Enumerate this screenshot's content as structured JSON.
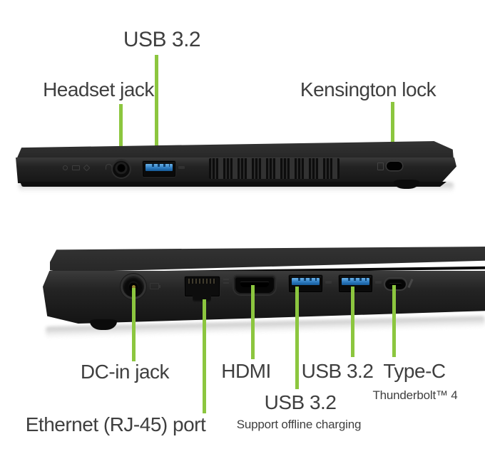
{
  "colors": {
    "accent_green": "#8CC63F",
    "label_text": "#3F3F3F"
  },
  "top_view": {
    "labels": {
      "usb": "USB 3.2",
      "headset": "Headset jack",
      "kensington": "Kensington lock"
    }
  },
  "bottom_view": {
    "labels": {
      "dc_in": "DC-in jack",
      "hdmi": "HDMI",
      "usb_right": "USB 3.2",
      "type_c": "Type-C",
      "thunderbolt": "Thunderbolt™ 4",
      "usb_left": "USB 3.2",
      "ethernet": "Ethernet (RJ-45) port",
      "offline": "Support offline charging"
    }
  }
}
